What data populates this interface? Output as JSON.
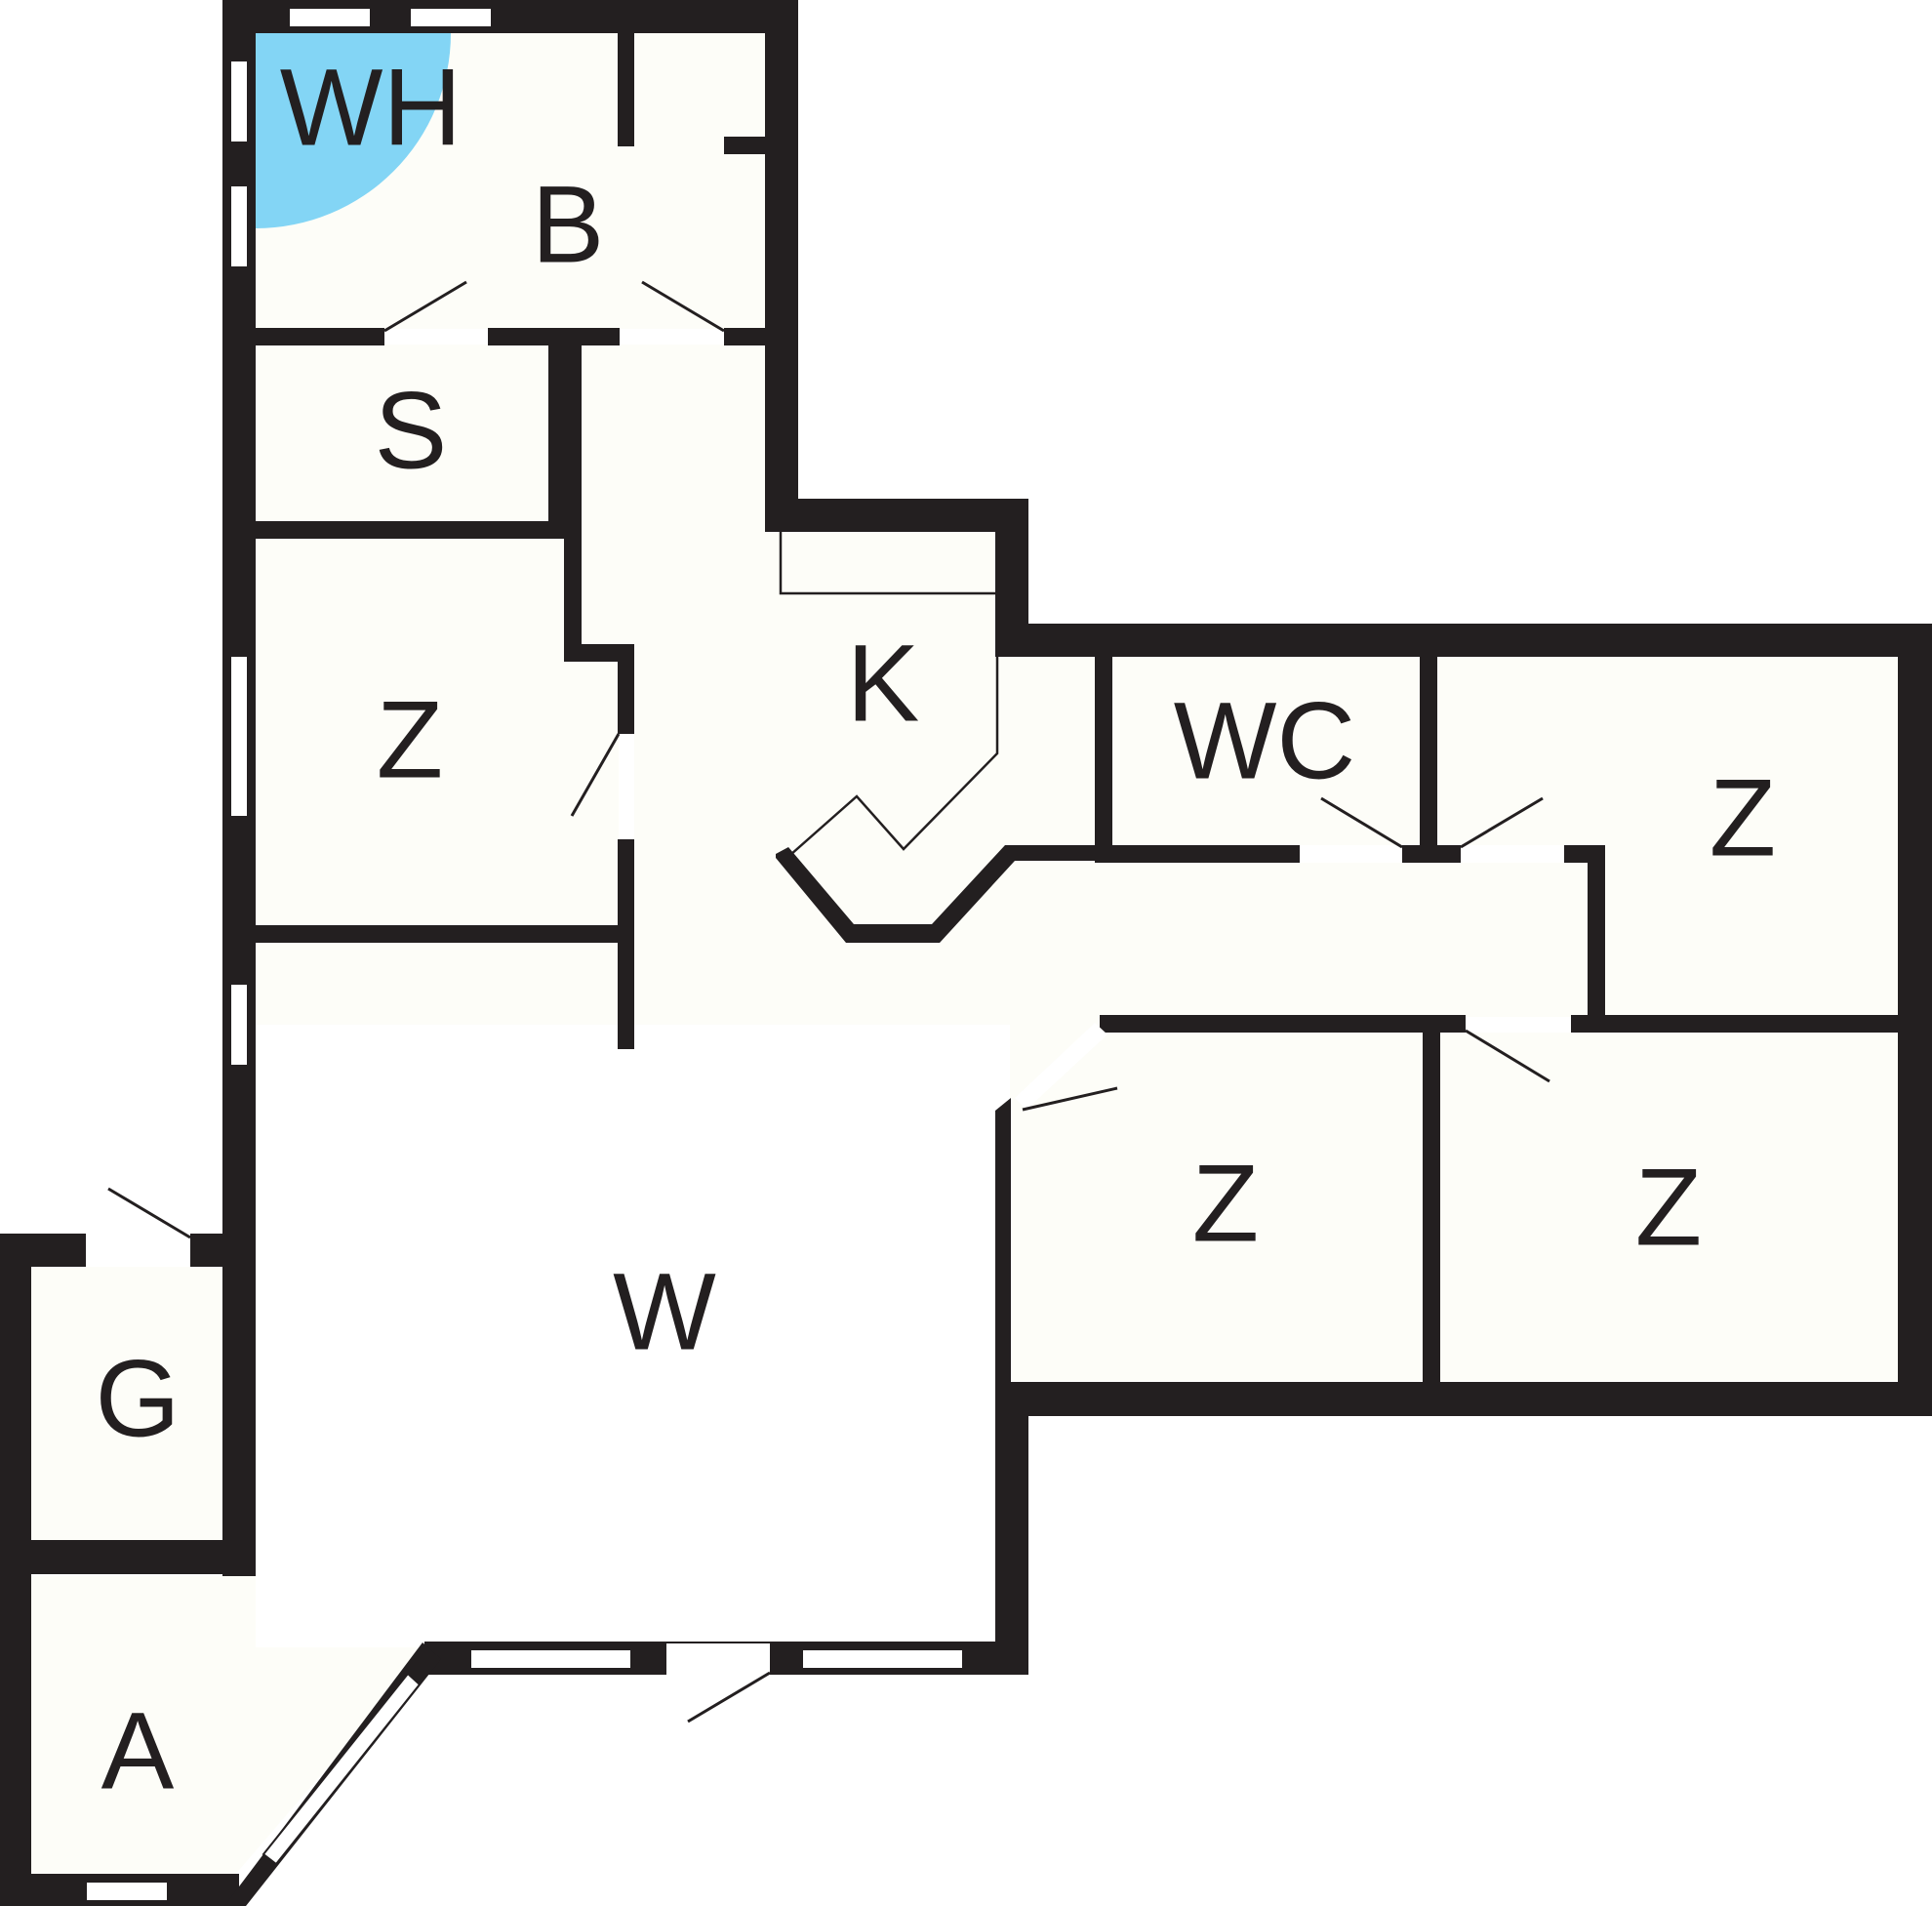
{
  "colors": {
    "wall": "#231f20",
    "floor": "#fdfdf8",
    "water_heater": "#83d5f5",
    "window": "#ffffff"
  },
  "rooms": {
    "water_heater": "WH",
    "bathroom": "B",
    "storage": "S",
    "bedroom_west": "Z",
    "kitchen": "K",
    "toilet": "WC",
    "bedroom_northeast": "Z",
    "bedroom_center": "Z",
    "bedroom_southeast": "Z",
    "living": "W",
    "garage": "G",
    "entrance": "A"
  }
}
